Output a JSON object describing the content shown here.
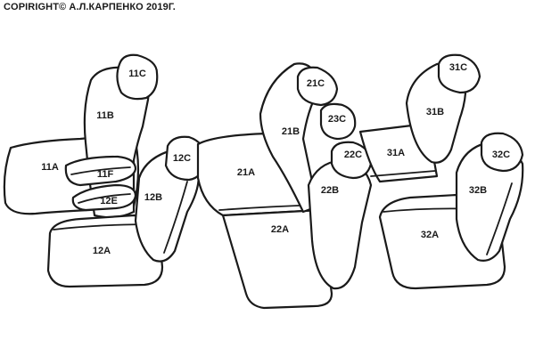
{
  "copyright": "COPIRIGHT© А.Л.КАРПЕНКО 2019Г.",
  "colors": {
    "stroke": "#1a1a1a",
    "background": "#ffffff"
  },
  "front_left_seat": {
    "cushion": "12A",
    "backrest": "11B",
    "headrest": "11C",
    "backrest_side": "11A",
    "armrest_upper": "11F",
    "armrest_lower": "12E"
  },
  "front_right_seat": {
    "backrest": "12B",
    "headrest": "12C"
  },
  "middle_row": {
    "backrest": "21A",
    "cushion": "22A",
    "left_backrest": "21B",
    "left_headrest": "21C",
    "center_headrest": "23C",
    "right_backrest": "22B",
    "right_headrest": "22C"
  },
  "rear_row": {
    "cushion_back": "31A",
    "left_backrest": "31B",
    "left_headrest": "31C",
    "cushion": "32A",
    "right_backrest": "32B",
    "right_headrest": "32C"
  }
}
